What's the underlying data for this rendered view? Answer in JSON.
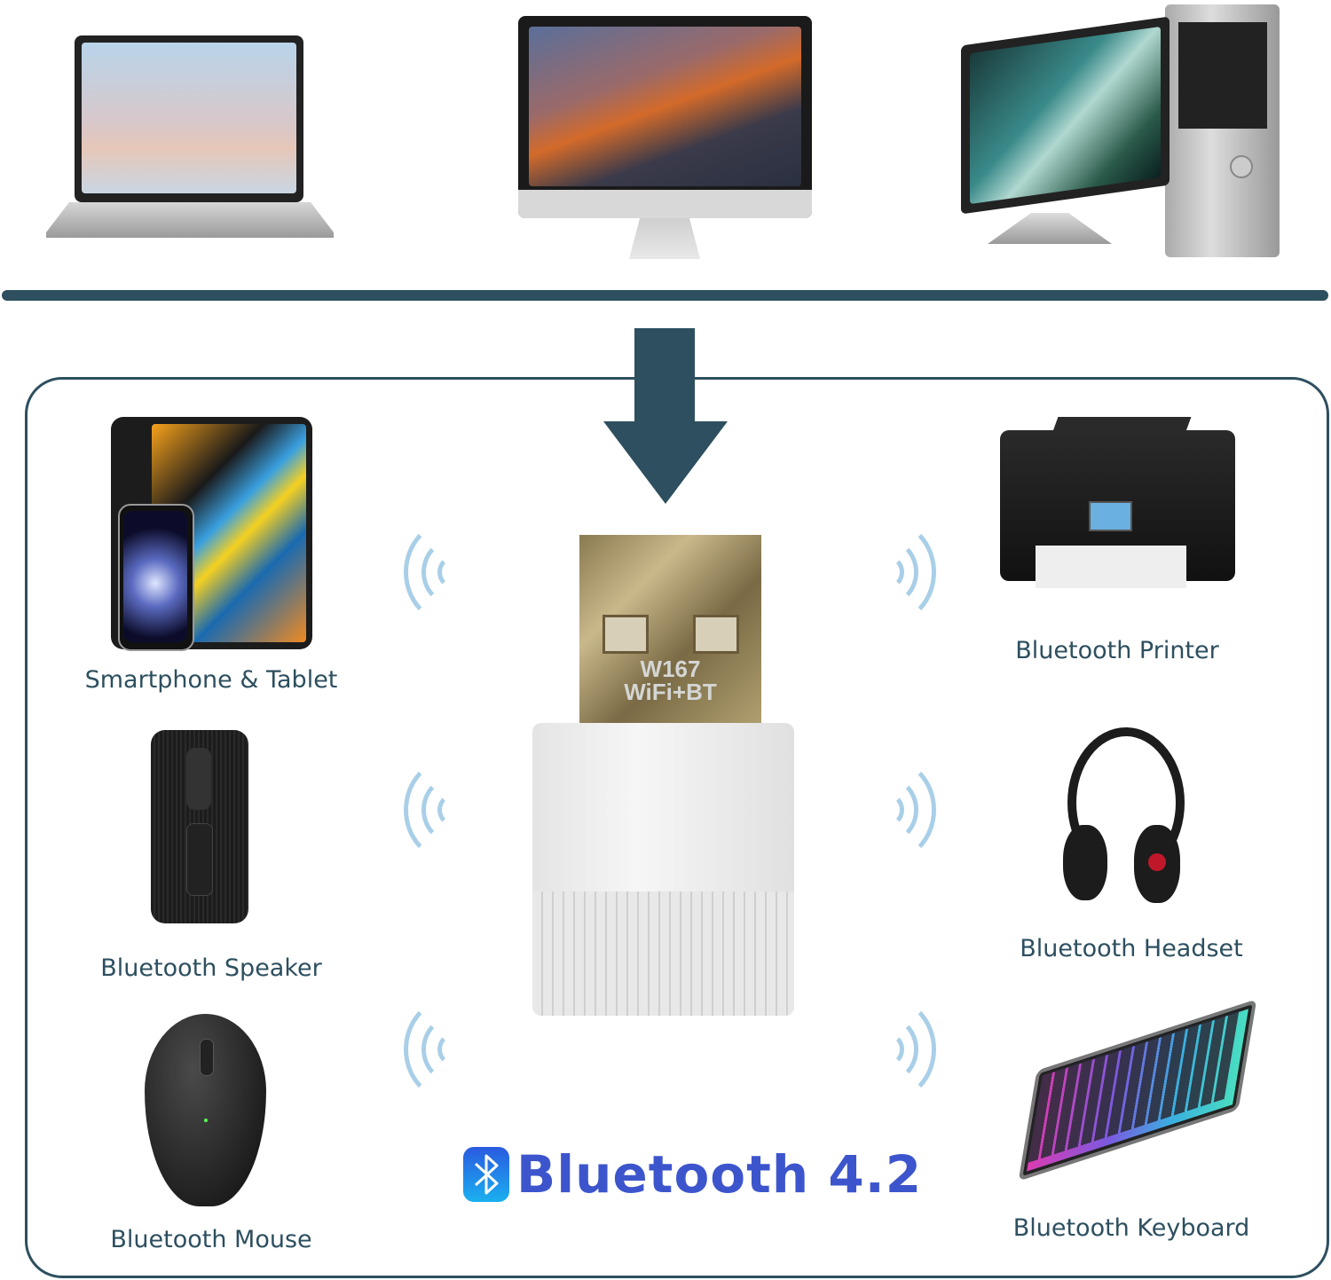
{
  "hosts": [
    {
      "name": "laptop"
    },
    {
      "name": "imac"
    },
    {
      "name": "desktop-pc"
    }
  ],
  "devices": {
    "smartphone_tablet": "Smartphone & Tablet",
    "speaker": "Bluetooth Speaker",
    "mouse": "Bluetooth Mouse",
    "printer": "Bluetooth Printer",
    "headset": "Bluetooth Headset",
    "keyboard": "Bluetooth Keyboard"
  },
  "adapter": {
    "model": "W167",
    "type": "WiFi+BT"
  },
  "badge": {
    "text": "Bluetooth 4.2",
    "icon": "bluetooth-icon"
  },
  "colors": {
    "accent": "#2d4f5f",
    "bluetooth": "#3d55cc",
    "wave": "#a9cfe8"
  }
}
